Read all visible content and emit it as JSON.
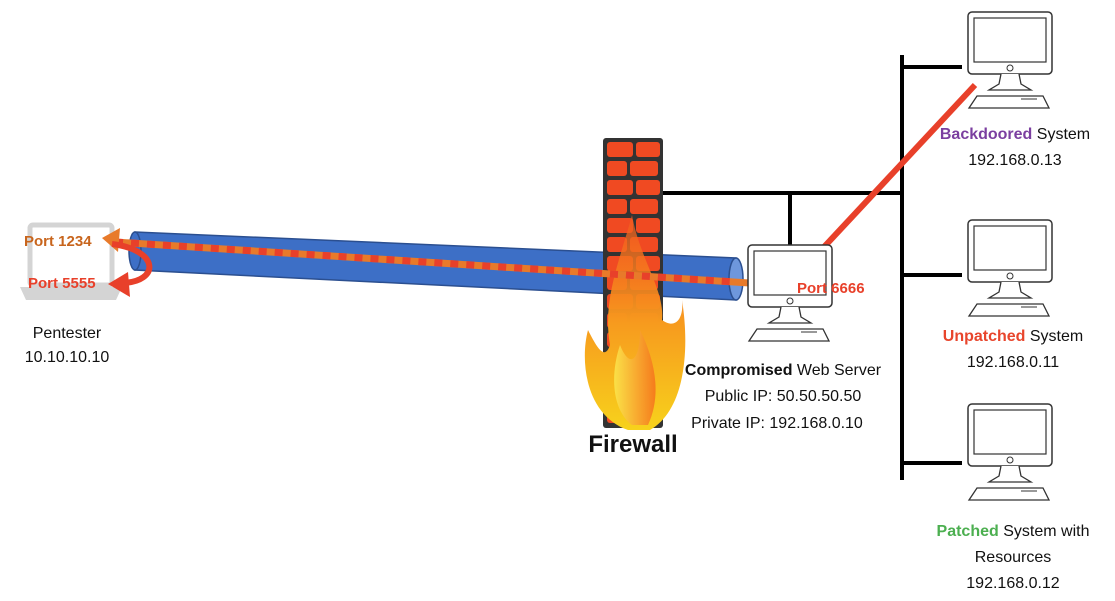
{
  "pentester": {
    "name": "Pentester",
    "ip": "10.10.10.10",
    "port_listen": "Port 1234",
    "port_back": "Port 5555"
  },
  "firewall": {
    "label": "Firewall"
  },
  "web_server": {
    "status": "Compromised",
    "name": " Web Server",
    "public_ip": "Public IP: 50.50.50.50",
    "private_ip": "Private IP: 192.168.0.10",
    "port": "Port 6666"
  },
  "systems": [
    {
      "status": "Backdoored",
      "name": " System",
      "ip": "192.168.0.13",
      "color": "#7b3fa0"
    },
    {
      "status": "Unpatched",
      "name": " System",
      "ip": "192.168.0.11",
      "color": "#e8452c"
    },
    {
      "status": "Patched",
      "name": " System with",
      "name2": "Resources",
      "ip": "192.168.0.12",
      "color": "#4caf50"
    }
  ],
  "colors": {
    "tunnel": "#3d6fc6",
    "arrow_red": "#e8402a",
    "arrow_orange": "#e87a2a",
    "port_orange": "#c8651d"
  }
}
